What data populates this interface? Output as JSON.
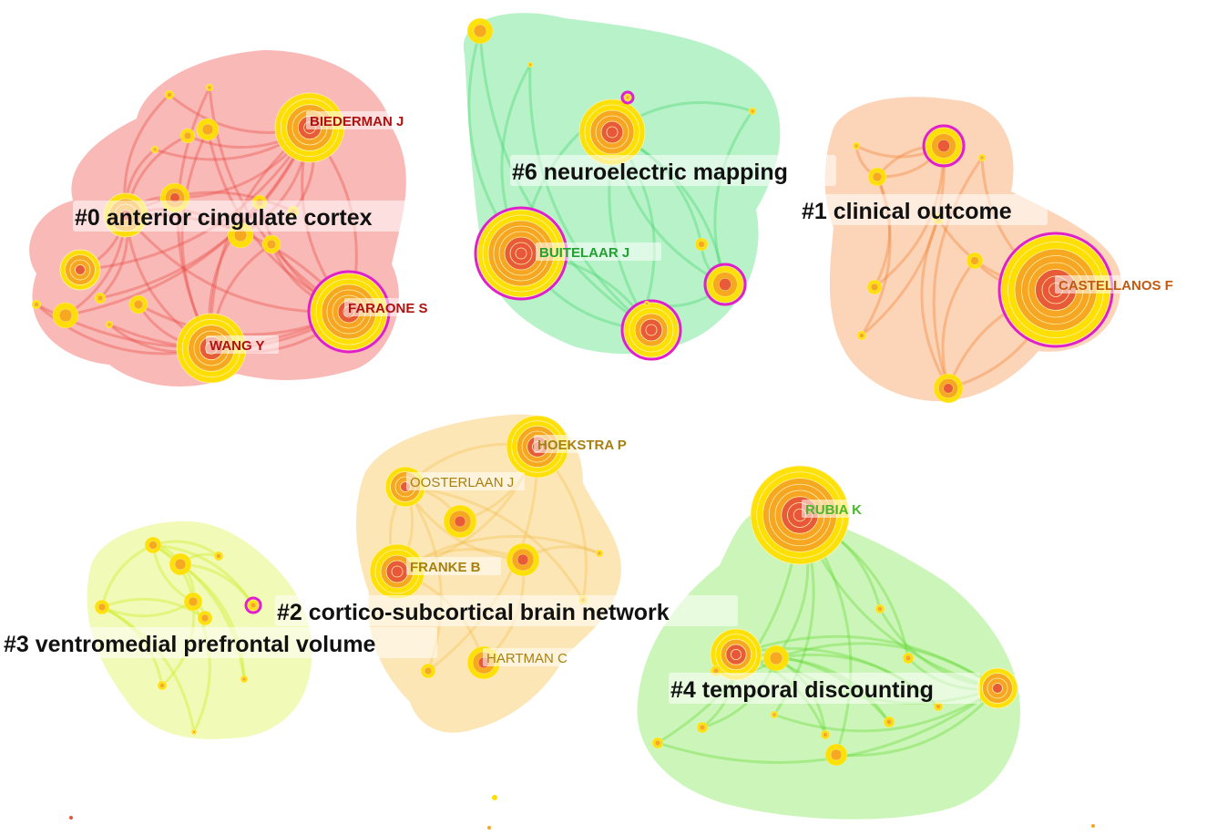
{
  "clusters": [
    {
      "id": "c0",
      "label": "#0 anterior cingulate cortex",
      "color": "#f47f7a",
      "edge_color": "#e8453f"
    },
    {
      "id": "c6",
      "label": "#6 neuroelectric mapping",
      "color": "#7ce89a",
      "edge_color": "#3fd46a"
    },
    {
      "id": "c1",
      "label": "#1 clinical outcome",
      "color": "#f9b07c",
      "edge_color": "#f07a2a"
    },
    {
      "id": "c2",
      "label": "#2 cortico-subcortical brain network",
      "color": "#fbd27a",
      "edge_color": "#f1bd4a"
    },
    {
      "id": "c3",
      "label": "#3 ventromedial prefrontal volume",
      "color": "#e6f57a",
      "edge_color": "#c8ea14"
    },
    {
      "id": "c4",
      "label": "#4 temporal discounting",
      "color": "#a3ee80",
      "edge_color": "#5fd82e"
    }
  ],
  "authors": [
    {
      "name": "BIEDERMAN J",
      "cluster": "c0",
      "color": "#b01010"
    },
    {
      "name": "FARAONE S",
      "cluster": "c0",
      "color": "#b01010"
    },
    {
      "name": "WANG Y",
      "cluster": "c0",
      "color": "#b01010"
    },
    {
      "name": "BUITELAAR J",
      "cluster": "c6",
      "color": "#22a030"
    },
    {
      "name": "CASTELLANOS F",
      "cluster": "c1",
      "color": "#c25a10"
    },
    {
      "name": "HOEKSTRA P",
      "cluster": "c2",
      "color": "#a8800f"
    },
    {
      "name": "OOSTERLAAN J",
      "cluster": "c2",
      "color": "#a8800f"
    },
    {
      "name": "FRANKE B",
      "cluster": "c2",
      "color": "#a8800f"
    },
    {
      "name": "HARTMAN C",
      "cluster": "c2",
      "color": "#a8800f"
    },
    {
      "name": "RUBIA K",
      "cluster": "c4",
      "color": "#4ab82a"
    }
  ],
  "node_palette": {
    "outer": "#ffe000",
    "mid": "#f6a623",
    "core": "#e8573a",
    "burst_ring": "#e020c8"
  }
}
